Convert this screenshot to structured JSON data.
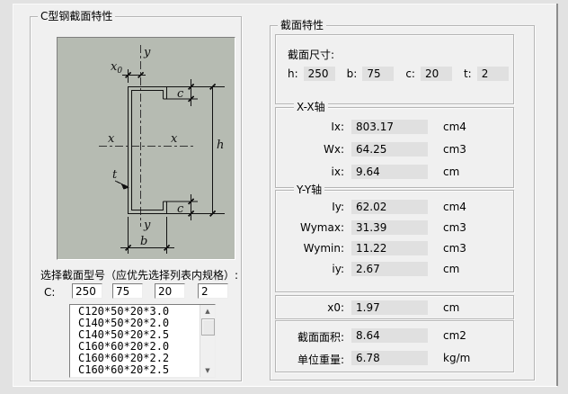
{
  "colors": {
    "outer_bg": "#e2e2e2",
    "panel_bg": "#f0f0f0",
    "diagram_bg": "#b6bbb2",
    "field_bg": "#e0e0e0",
    "frame_border": "#b5b5b5"
  },
  "left_panel": {
    "title": "C型钢截面特性",
    "diagram": {
      "axis_y_top": "y",
      "axis_y_bottom": "y",
      "axis_x_left": "x",
      "axis_x_right": "x",
      "dim_x0_main": "x",
      "dim_x0_sub": "0",
      "dim_c_top": "c",
      "dim_c_bottom": "c",
      "dim_h": "h",
      "dim_t": "t",
      "dim_b": "b"
    },
    "select_label": "选择截面型号（应优先选择列表内规格）:",
    "prefix_label": "C:",
    "inputs": [
      {
        "value": "250"
      },
      {
        "value": "75"
      },
      {
        "value": "20"
      },
      {
        "value": "2"
      }
    ],
    "list_items": [
      {
        "text": "C120*50*20*3.0"
      },
      {
        "text": "C140*50*20*2.0"
      },
      {
        "text": "C140*50*20*2.5"
      },
      {
        "text": "C160*60*20*2.0"
      },
      {
        "text": "C160*60*20*2.2"
      },
      {
        "text": "C160*60*20*2.5"
      }
    ],
    "scrollbar": {
      "up_icon": "▲",
      "down_icon": "▼"
    }
  },
  "right_panel": {
    "title": "截面特性",
    "size_section": {
      "caption": "截面尺寸:",
      "fields": [
        {
          "label": "h:",
          "value": "250"
        },
        {
          "label": "b:",
          "value": "75"
        },
        {
          "label": "c:",
          "value": "20"
        },
        {
          "label": "t:",
          "value": "2"
        }
      ]
    },
    "xx_section": {
      "title": "X-X轴",
      "rows": [
        {
          "label": "Ix:",
          "value": "803.17",
          "unit": "cm4"
        },
        {
          "label": "Wx:",
          "value": "64.25",
          "unit": "cm3"
        },
        {
          "label": "ix:",
          "value": "9.64",
          "unit": "cm"
        }
      ]
    },
    "yy_section": {
      "title": "Y-Y轴",
      "rows": [
        {
          "label": "Iy:",
          "value": "62.02",
          "unit": "cm4"
        },
        {
          "label": "Wymax:",
          "value": "31.39",
          "unit": "cm3"
        },
        {
          "label": "Wymin:",
          "value": "11.22",
          "unit": "cm3"
        },
        {
          "label": "iy:",
          "value": "2.67",
          "unit": "cm"
        }
      ]
    },
    "x0_section": {
      "rows": [
        {
          "label": "x0:",
          "value": "1.97",
          "unit": "cm"
        }
      ]
    },
    "summary_section": {
      "rows": [
        {
          "label": "截面面积:",
          "value": "8.64",
          "unit": "cm2"
        },
        {
          "label": "单位重量:",
          "value": "6.78",
          "unit": "kg/m"
        }
      ]
    }
  }
}
